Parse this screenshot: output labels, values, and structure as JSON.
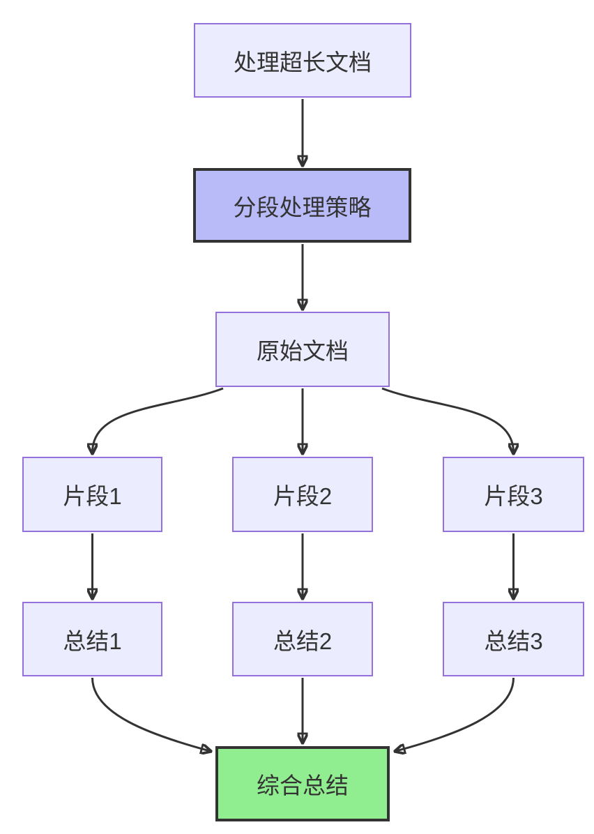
{
  "diagram": {
    "type": "flowchart",
    "direction": "top-down",
    "nodes": [
      {
        "id": "A",
        "label": "处理超长文档",
        "style": "default"
      },
      {
        "id": "B",
        "label": "分段处理策略",
        "style": "emphasis"
      },
      {
        "id": "C",
        "label": "原始文档",
        "style": "default"
      },
      {
        "id": "D",
        "label": "片段1",
        "style": "default"
      },
      {
        "id": "E",
        "label": "片段2",
        "style": "default"
      },
      {
        "id": "F",
        "label": "片段3",
        "style": "default"
      },
      {
        "id": "G",
        "label": "总结1",
        "style": "default"
      },
      {
        "id": "H",
        "label": "总结2",
        "style": "default"
      },
      {
        "id": "I",
        "label": "总结3",
        "style": "default"
      },
      {
        "id": "J",
        "label": "综合总结",
        "style": "success"
      }
    ],
    "edges": [
      {
        "from": "A",
        "to": "B"
      },
      {
        "from": "B",
        "to": "C"
      },
      {
        "from": "C",
        "to": "D"
      },
      {
        "from": "C",
        "to": "E"
      },
      {
        "from": "C",
        "to": "F"
      },
      {
        "from": "D",
        "to": "G"
      },
      {
        "from": "E",
        "to": "H"
      },
      {
        "from": "F",
        "to": "I"
      },
      {
        "from": "G",
        "to": "J"
      },
      {
        "from": "H",
        "to": "J"
      },
      {
        "from": "I",
        "to": "J"
      }
    ],
    "colors": {
      "default_fill": "#ECECFF",
      "default_border": "#9370DB",
      "emphasis_fill": "#B8BBF8",
      "emphasis_border": "#333333",
      "success_fill": "#90EE90",
      "success_border": "#333333",
      "edge": "#333333",
      "text": "#333333"
    }
  }
}
